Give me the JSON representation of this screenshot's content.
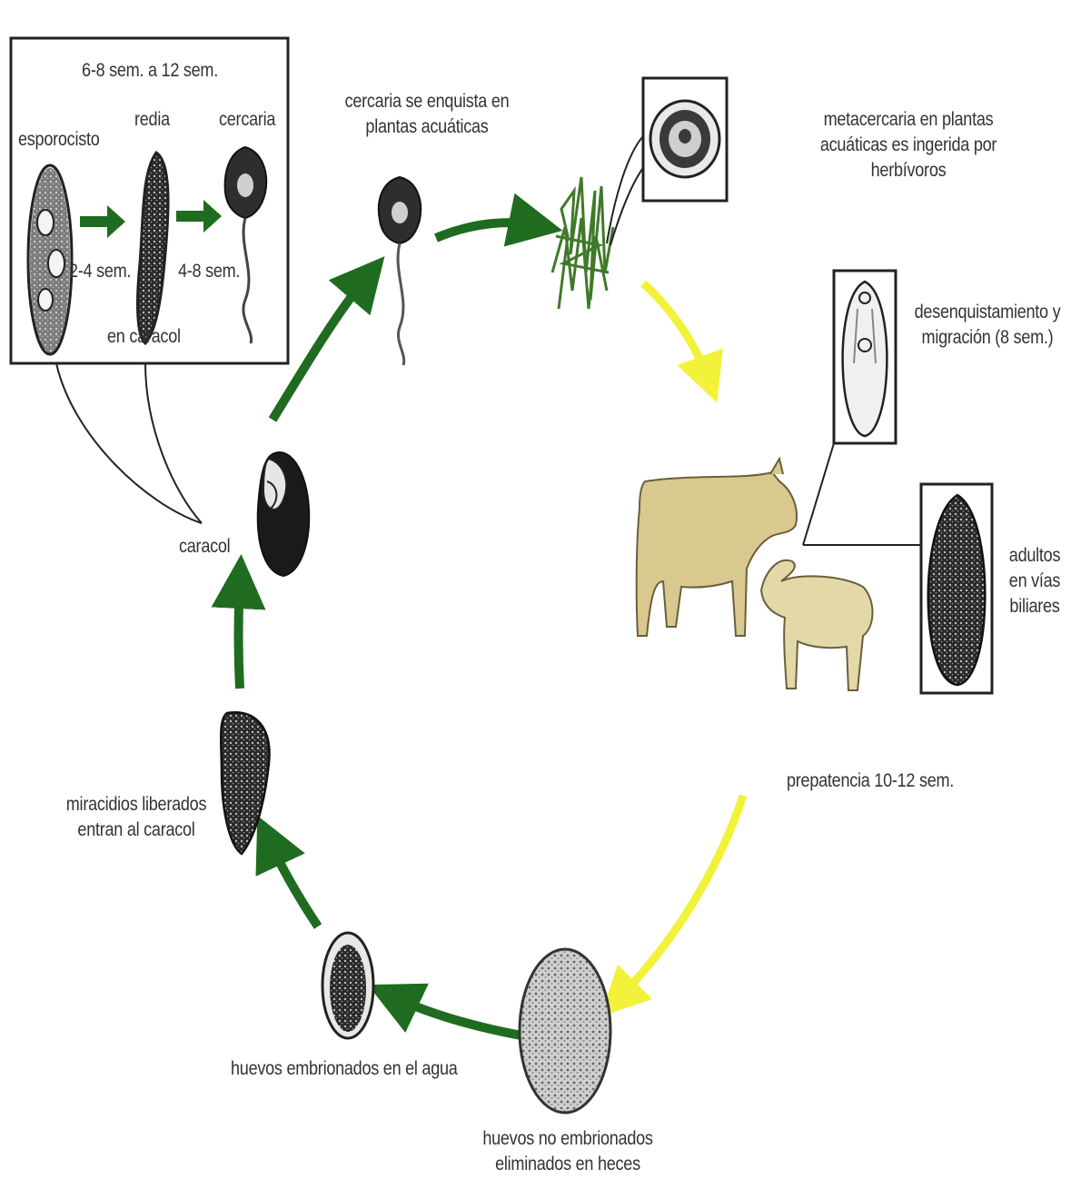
{
  "snail_box": {
    "duration": "6-8 sem. a 12 sem.",
    "stage_1": "esporocisto",
    "stage_2": "redia",
    "stage_3": "cercaria",
    "interval_1": "2-4 sem.",
    "interval_2": "4-8 sem.",
    "host": "en caracol"
  },
  "caracol": "caracol",
  "cercaria_label": {
    "line1": "cercaria se enquista en",
    "line2": "plantas acuáticas"
  },
  "metacercaria_label": {
    "line1": "metacercaria en plantas",
    "line2": "acuáticas es ingerida por herbívoros"
  },
  "desenquistamiento_label": {
    "line1": "desenquistamiento y",
    "line2": "migración (8 sem.)"
  },
  "adultos_label": {
    "line1": "adultos",
    "line2": "en vías",
    "line3": "biliares"
  },
  "prepatencia": "prepatencia 10-12 sem.",
  "huevos_no_embrionados": {
    "line1": "huevos no embrionados",
    "line2": "eliminados en heces"
  },
  "huevos_embrionados": "huevos embrionados en el agua",
  "miracidios": {
    "line1": "miracidios liberados",
    "line2": "entran al caracol"
  },
  "colors": {
    "green_arrow": "#1f6b1f",
    "yellow_arrow": "#f2f23a",
    "animal": "#d9c98f",
    "plant": "#3f7a2a"
  }
}
